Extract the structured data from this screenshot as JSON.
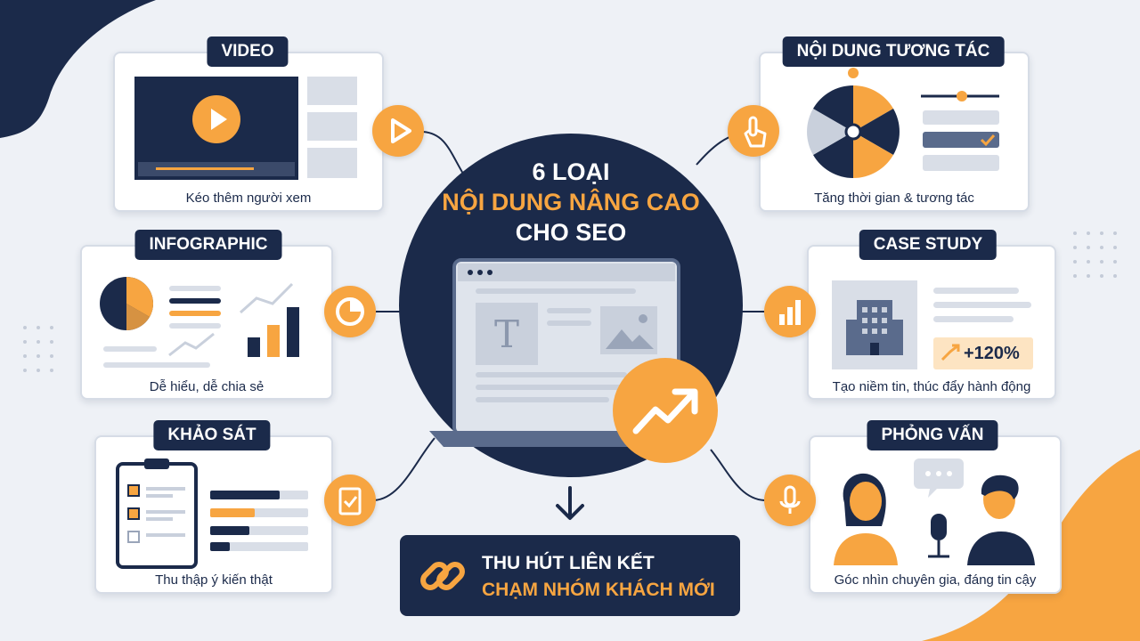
{
  "center": {
    "line1": "6 LOẠI",
    "line2": "NỘI DUNG NÂNG CAO",
    "line3": "CHO SEO"
  },
  "result": {
    "line1": "THU HÚT LIÊN KẾT",
    "line2": "CHẠM NHÓM KHÁCH MỚI"
  },
  "cards": {
    "video": {
      "title": "VIDEO",
      "caption": "Kéo thêm người xem"
    },
    "infographic": {
      "title": "INFOGRAPHIC",
      "caption": "Dễ hiểu, dễ chia sẻ"
    },
    "survey": {
      "title": "KHẢO SÁT",
      "caption": "Thu thập ý kiến thật"
    },
    "interactive": {
      "title": "NỘI DUNG TƯƠNG TÁC",
      "caption": "Tăng thời gian & tương tác"
    },
    "case_study": {
      "title": "CASE STUDY",
      "caption": "Tạo niềm tin, thúc đẩy hành động",
      "stat": "+120%"
    },
    "interview": {
      "title": "PHỎNG VẤN",
      "caption": "Góc nhìn chuyên gia, đáng tin cậy"
    }
  },
  "colors": {
    "navy": "#1b2a4a",
    "orange": "#f7a541",
    "background": "#eef1f6"
  },
  "icons": [
    "play-icon",
    "pie-chart-icon",
    "checklist-icon",
    "pointer-hand-icon",
    "bar-chart-icon",
    "microphone-icon",
    "link-chain-icon",
    "trend-up-icon",
    "arrow-down-icon"
  ]
}
